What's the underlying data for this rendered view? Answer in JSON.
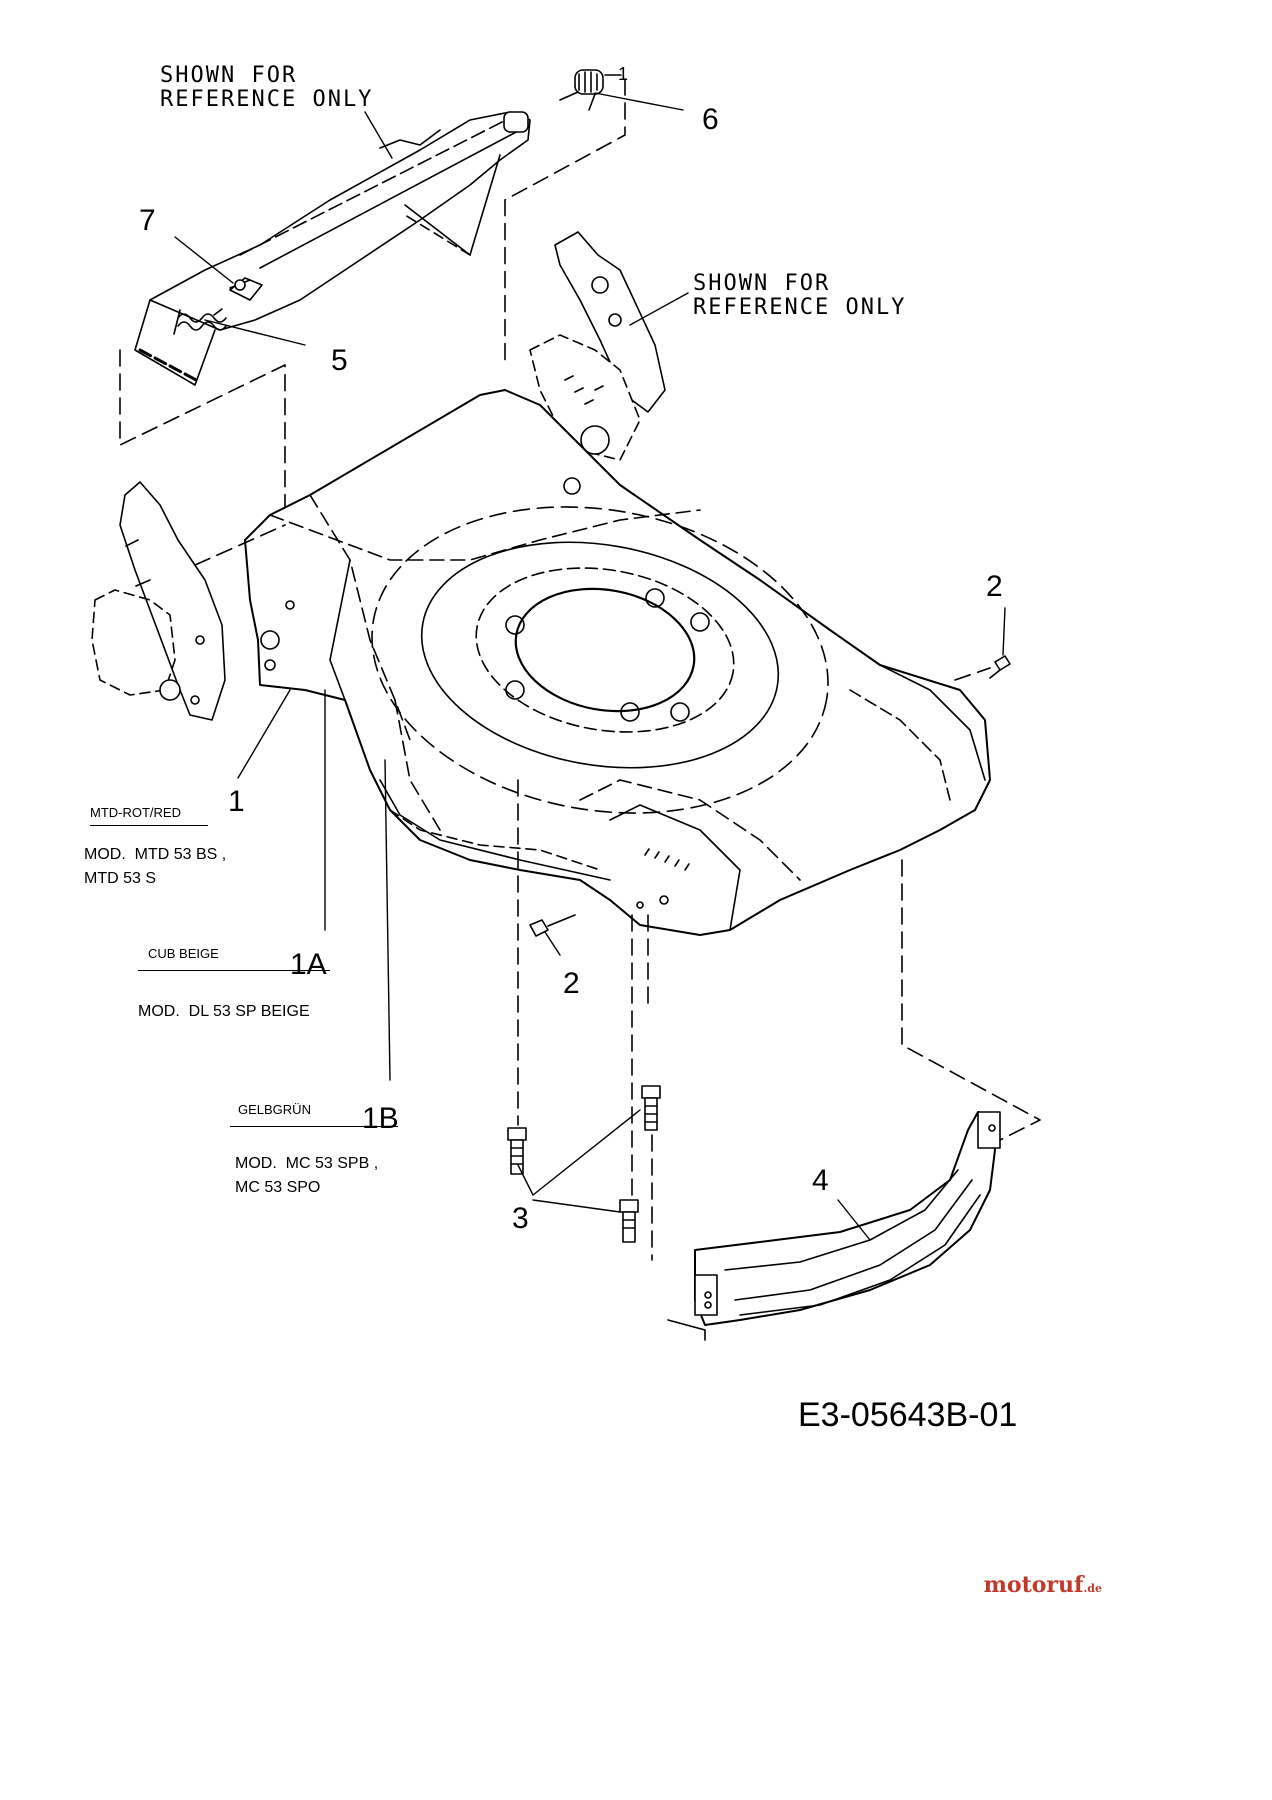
{
  "reference_notes": [
    "SHOWN FOR\nREFERENCE ONLY",
    "SHOWN FOR\nREFERENCE ONLY"
  ],
  "callouts": [
    "1",
    "1A",
    "1B",
    "2",
    "2",
    "3",
    "4",
    "5",
    "6",
    "7"
  ],
  "variants": [
    {
      "color": "MTD-ROT/RED",
      "part": "1",
      "models": "MOD.  MTD 53 BS ,\nMTD 53 S"
    },
    {
      "color": "CUB BEIGE",
      "part": "1A",
      "models": "MOD.  DL 53 SP BEIGE"
    },
    {
      "color": "GELBGRÜN",
      "part": "1B",
      "models": "MOD.  MC 53 SPB ,\nMC 53 SPO"
    }
  ],
  "spring_small_number": "1",
  "diagram_code": "E3-05643B-01",
  "watermark": {
    "brand": "motoruf",
    "tld": ".de",
    "brand_color": "#c0392b"
  }
}
